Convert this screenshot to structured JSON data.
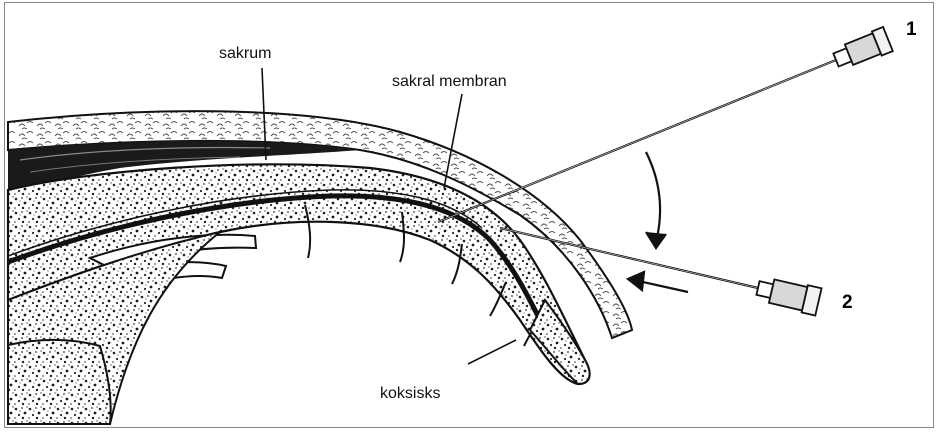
{
  "labels": {
    "sacrum": "sakrum",
    "sacral_membrane": "sakral membran",
    "coccyx": "koksisks"
  },
  "needles": [
    {
      "number": "1"
    },
    {
      "number": "2"
    }
  ]
}
